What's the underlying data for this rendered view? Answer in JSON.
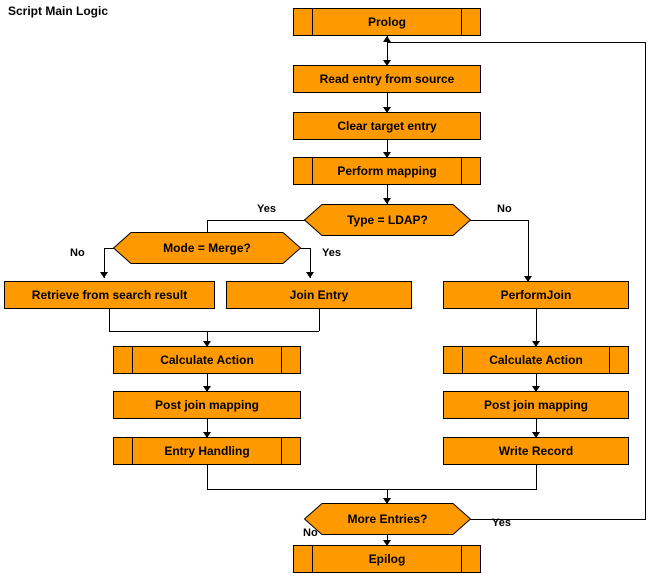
{
  "diagram": {
    "title": "Script Main Logic",
    "colors": {
      "node_fill": "#FF9900",
      "node_border": "#000000",
      "background": "#FFFFFF",
      "text": "#000000"
    },
    "nodes": {
      "prolog": "Prolog",
      "read_entry": "Read entry from source",
      "clear_target": "Clear target entry",
      "perform_mapping": "Perform mapping",
      "type_ldap": "Type = LDAP?",
      "mode_merge": "Mode = Merge?",
      "retrieve_search": "Retrieve from search result",
      "join_entry": "Join Entry",
      "perform_join": "PerformJoin",
      "calc_action_left": "Calculate Action",
      "calc_action_right": "Calculate Action",
      "post_join_left": "Post join mapping",
      "post_join_right": "Post join mapping",
      "entry_handling": "Entry Handling",
      "write_record": "Write Record",
      "more_entries": "More Entries?",
      "epilog": "Epilog"
    },
    "edge_labels": {
      "type_yes": "Yes",
      "type_no": "No",
      "mode_no": "No",
      "mode_yes": "Yes",
      "more_no": "No",
      "more_yes": "Yes"
    }
  }
}
